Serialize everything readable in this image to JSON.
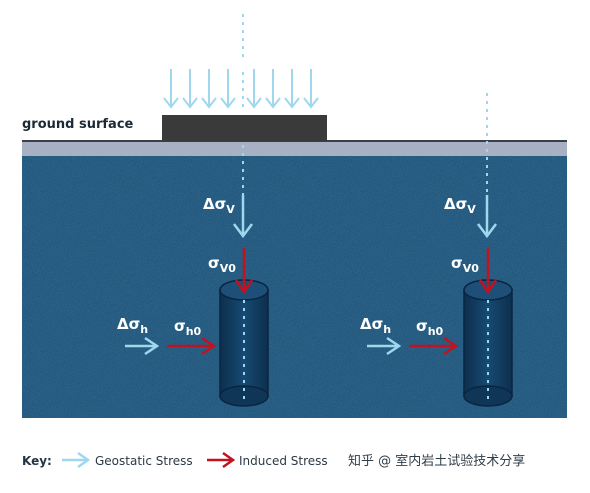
{
  "ground_surface_label": "ground surface",
  "labels": {
    "left_delta_sigma_v": {
      "main": "Δσ",
      "sub": "V"
    },
    "left_sigma_v0": {
      "main": "σ",
      "sub": "V0"
    },
    "left_delta_sigma_h": {
      "main": "Δσ",
      "sub": "h"
    },
    "left_sigma_h0": {
      "main": "σ",
      "sub": "h0"
    },
    "right_delta_sigma_v": {
      "main": "Δσ",
      "sub": "V"
    },
    "right_sigma_v0": {
      "main": "σ",
      "sub": "V0"
    },
    "right_delta_sigma_h": {
      "main": "Δσ",
      "sub": "h"
    },
    "right_sigma_h0": {
      "main": "σ",
      "sub": "h0"
    }
  },
  "key": {
    "title": "Key:",
    "geostatic": "Geostatic Stress",
    "induced": "Induced Stress"
  },
  "watermark": "知乎 @ 室内岩土试验技术分享",
  "colors": {
    "soil": "#21577d",
    "geostatic_arrow": "#9fd7ef",
    "induced_arrow": "#c1121f",
    "cylinder": "#113a5c",
    "footing": "#3a3a3a"
  }
}
